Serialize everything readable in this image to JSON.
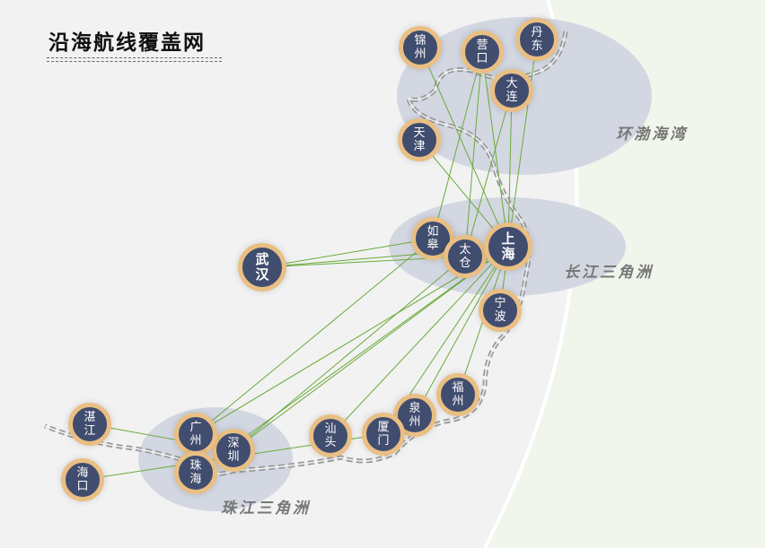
{
  "title": "沿海航线覆盖网",
  "regions": {
    "bohai": "环渤海湾",
    "yangtze": "长江三角洲",
    "pearl": "珠江三角洲"
  },
  "colors": {
    "node": "#414d6e",
    "ring": "#e9bf84",
    "route": "#6aaa3a",
    "region": "#d3d7e2"
  },
  "cities": [
    {
      "id": "jinzhou",
      "name": "锦州"
    },
    {
      "id": "yingkou",
      "name": "营口"
    },
    {
      "id": "dandong",
      "name": "丹东"
    },
    {
      "id": "dalian",
      "name": "大连"
    },
    {
      "id": "tianjin",
      "name": "天津"
    },
    {
      "id": "rugao",
      "name": "如皋"
    },
    {
      "id": "taicang",
      "name": "太仓"
    },
    {
      "id": "shanghai",
      "name": "上海",
      "big": true
    },
    {
      "id": "wuhan",
      "name": "武汉",
      "big": true
    },
    {
      "id": "ningbo",
      "name": "宁波"
    },
    {
      "id": "fuzhou",
      "name": "福州"
    },
    {
      "id": "quanzhou",
      "name": "泉州"
    },
    {
      "id": "xiamen",
      "name": "厦门"
    },
    {
      "id": "shantou",
      "name": "汕头"
    },
    {
      "id": "shenzhen",
      "name": "深圳"
    },
    {
      "id": "guangzhou",
      "name": "广州"
    },
    {
      "id": "zhuhai",
      "name": "珠海"
    },
    {
      "id": "zhanjiang",
      "name": "湛江"
    },
    {
      "id": "haikou",
      "name": "海口"
    }
  ],
  "routes": [
    [
      "shanghai",
      "jinzhou"
    ],
    [
      "shanghai",
      "yingkou"
    ],
    [
      "shanghai",
      "dandong"
    ],
    [
      "shanghai",
      "dalian"
    ],
    [
      "shanghai",
      "tianjin"
    ],
    [
      "yingkou",
      "rugao"
    ],
    [
      "yingkou",
      "taicang"
    ],
    [
      "dalian",
      "taicang"
    ],
    [
      "wuhan",
      "rugao"
    ],
    [
      "wuhan",
      "taicang"
    ],
    [
      "wuhan",
      "shanghai"
    ],
    [
      "shanghai",
      "ningbo"
    ],
    [
      "shanghai",
      "fuzhou"
    ],
    [
      "shanghai",
      "quanzhou"
    ],
    [
      "shanghai",
      "xiamen"
    ],
    [
      "shanghai",
      "shantou"
    ],
    [
      "shanghai",
      "shenzhen"
    ],
    [
      "shanghai",
      "guangzhou"
    ],
    [
      "shanghai",
      "zhuhai"
    ],
    [
      "rugao",
      "guangzhou"
    ],
    [
      "taicang",
      "shenzhen"
    ],
    [
      "zhanjiang",
      "shenzhen"
    ],
    [
      "haikou",
      "xiamen"
    ]
  ]
}
